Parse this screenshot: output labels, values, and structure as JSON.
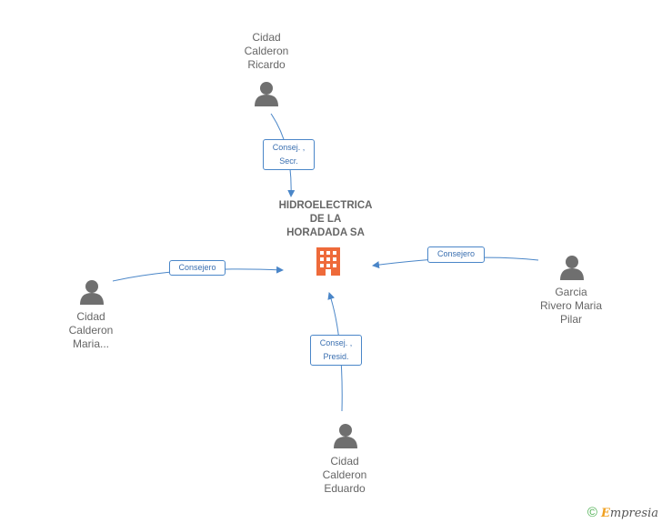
{
  "company": {
    "name_lines": [
      "HIDROELECTRICA",
      "DE LA",
      "HORADADA SA"
    ],
    "icon": "building-icon",
    "color": "#ee6a3a"
  },
  "people": [
    {
      "id": "ricardo",
      "lines": [
        "Cidad",
        "Calderon",
        "Ricardo"
      ],
      "role_lines": [
        "Consej. ,",
        "Secr."
      ]
    },
    {
      "id": "maria",
      "lines": [
        "Cidad",
        "Calderon",
        "Maria..."
      ],
      "role_lines": [
        "Consejero"
      ]
    },
    {
      "id": "garcia",
      "lines": [
        "Garcia",
        "Rivero Maria",
        "Pilar"
      ],
      "role_lines": [
        "Consejero"
      ]
    },
    {
      "id": "eduardo",
      "lines": [
        "Cidad",
        "Calderon",
        "Eduardo"
      ],
      "role_lines": [
        "Consej. ,",
        "Presid."
      ]
    }
  ],
  "colors": {
    "edge": "#4a86c8",
    "person": "#6f6f6f",
    "text": "#666666"
  },
  "brand": {
    "copyright": "©",
    "name_first": "E",
    "name_rest": "mpresia"
  }
}
